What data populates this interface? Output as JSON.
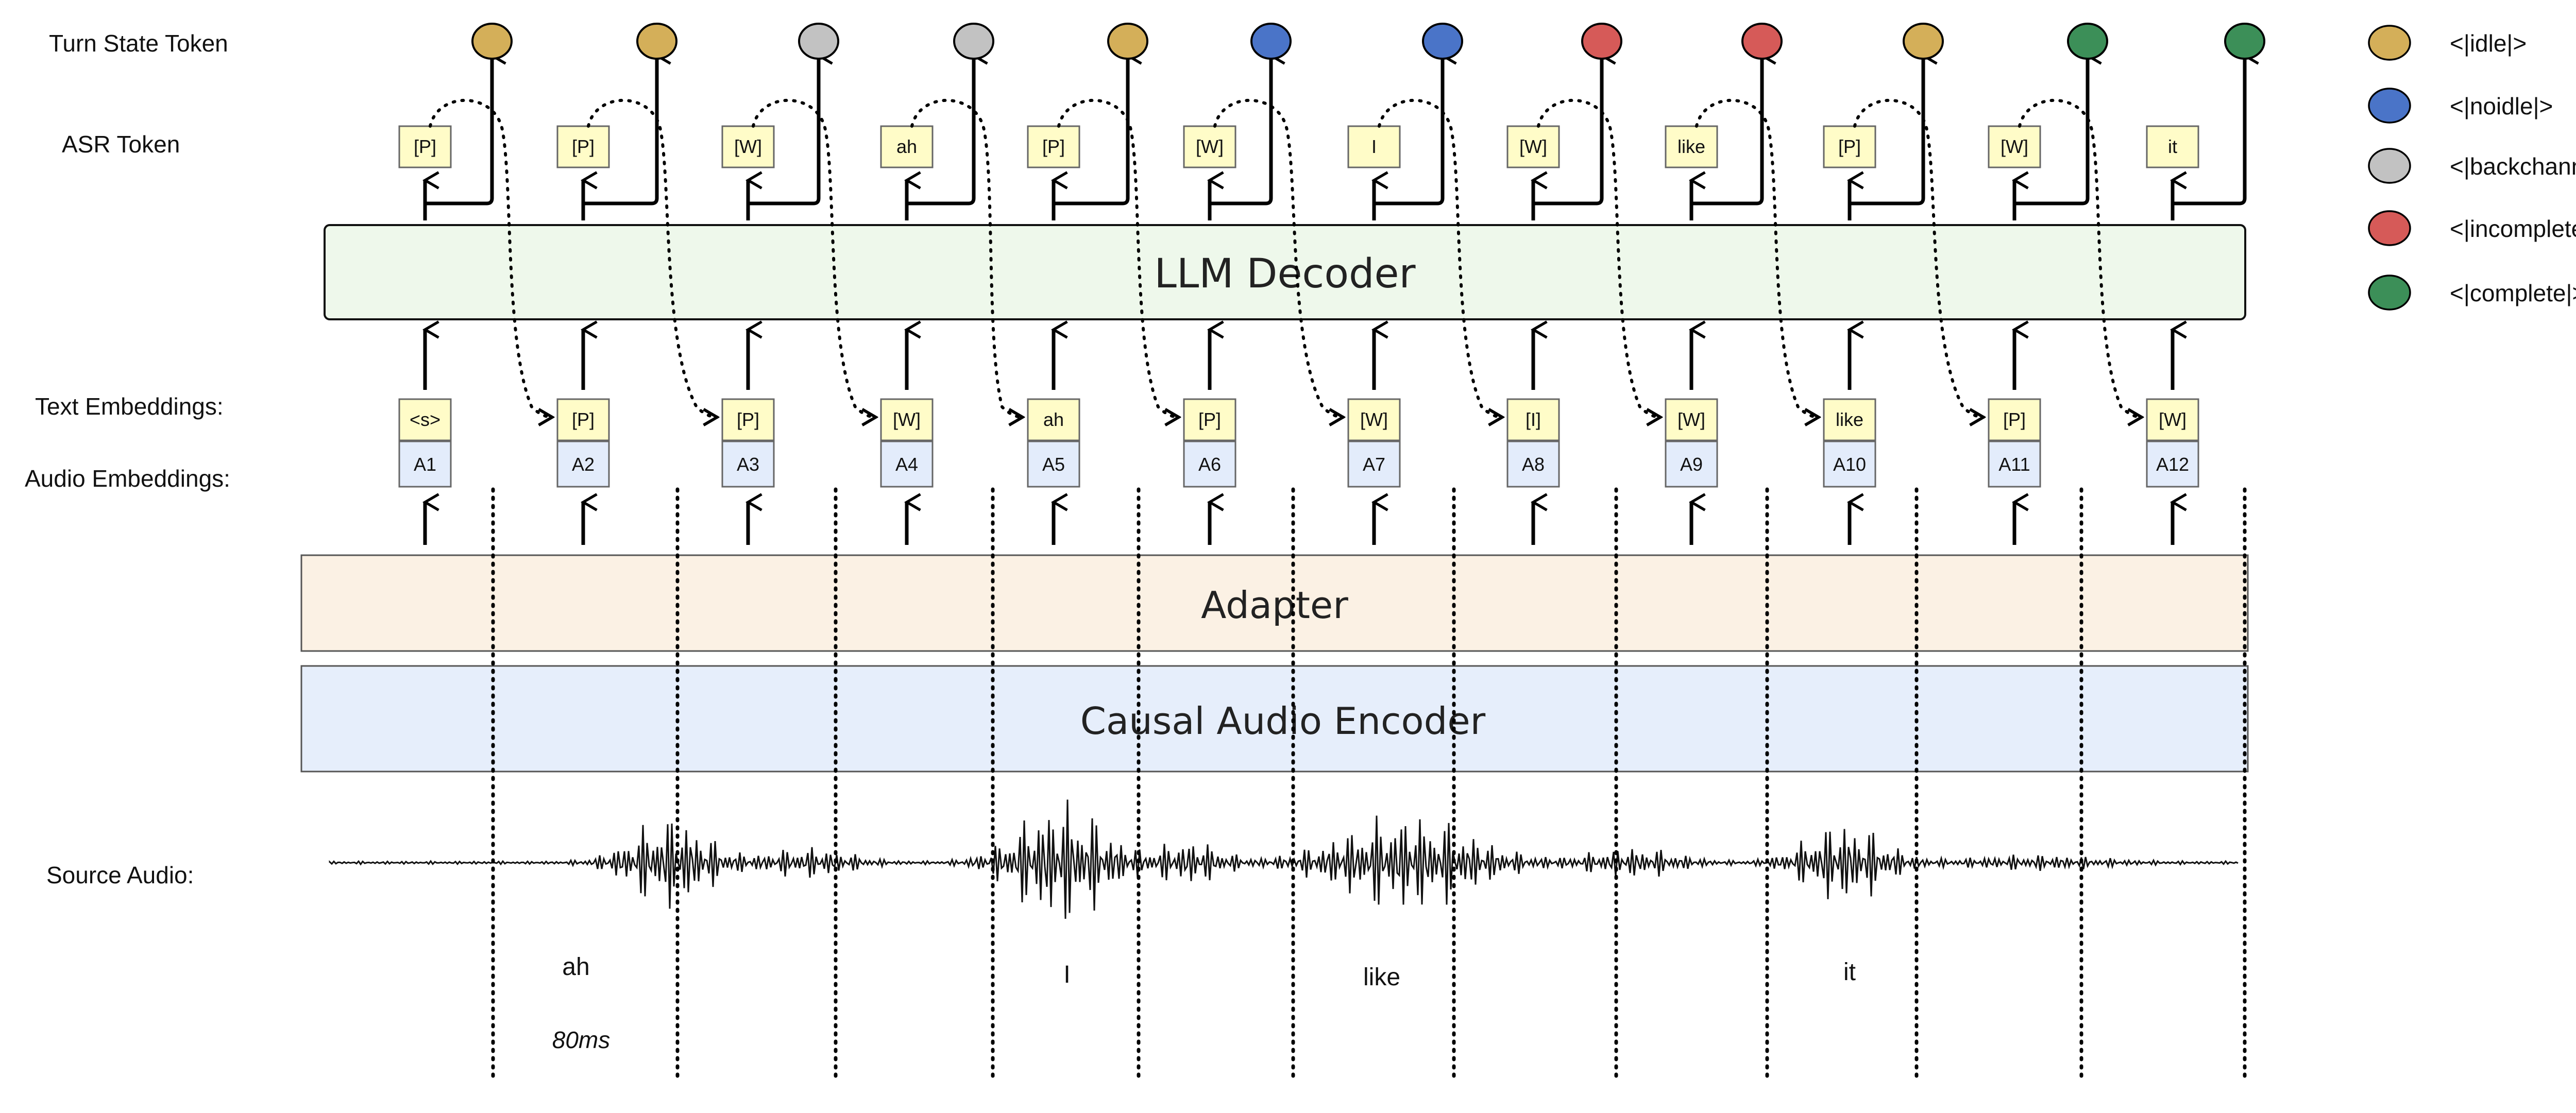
{
  "row_labels": {
    "turn_state": "Turn State Token",
    "asr": "ASR  Token",
    "text_emb": "Text Embeddings:",
    "audio_emb": "Audio Embeddings:",
    "source_audio": "Source Audio:"
  },
  "blocks": {
    "decoder": "LLM Decoder",
    "adapter": "Adapter",
    "encoder": "Causal Audio Encoder"
  },
  "colors": {
    "idle": "#D4AF59",
    "noidle": "#4A74C8",
    "backchannel": "#C2C2C2",
    "incomplete": "#D65A58",
    "complete": "#3C8F58",
    "token_box": "#FFFCC8",
    "audio_box": "#E3ECFB",
    "decoder_fill": "#EEF8EB",
    "adapter_fill": "#FBF1E4",
    "encoder_fill": "#E6EEFB"
  },
  "legend": [
    {
      "key": "idle",
      "label": "<|idle|>"
    },
    {
      "key": "noidle",
      "label": "<|noidle|>"
    },
    {
      "key": "backchannel",
      "label": "<|backchannel|>"
    },
    {
      "key": "incomplete",
      "label": "<|incomplete|>"
    },
    {
      "key": "complete",
      "label": "<|complete|>"
    }
  ],
  "steps": [
    {
      "asr": "[P]",
      "state": "idle",
      "text": "<s>",
      "audio": "A1"
    },
    {
      "asr": "[P]",
      "state": "idle",
      "text": "[P]",
      "audio": "A2"
    },
    {
      "asr": "[W]",
      "state": "backchannel",
      "text": "[P]",
      "audio": "A3"
    },
    {
      "asr": "ah",
      "state": "backchannel",
      "text": "[W]",
      "audio": "A4"
    },
    {
      "asr": "[P]",
      "state": "idle",
      "text": "ah",
      "audio": "A5"
    },
    {
      "asr": "[W]",
      "state": "noidle",
      "text": "[P]",
      "audio": "A6"
    },
    {
      "asr": "I",
      "state": "noidle",
      "text": "[W]",
      "audio": "A7"
    },
    {
      "asr": "[W]",
      "state": "incomplete",
      "text": "[I]",
      "audio": "A8"
    },
    {
      "asr": "like",
      "state": "incomplete",
      "text": "[W]",
      "audio": "A9"
    },
    {
      "asr": "[P]",
      "state": "idle",
      "text": "like",
      "audio": "A10"
    },
    {
      "asr": "[W]",
      "state": "complete",
      "text": "[P]",
      "audio": "A11"
    },
    {
      "asr": "it",
      "state": "complete",
      "text": "[W]",
      "audio": "A12"
    }
  ],
  "audio_words": [
    "ah",
    "I",
    "like",
    "it"
  ],
  "frame_duration": "80ms"
}
